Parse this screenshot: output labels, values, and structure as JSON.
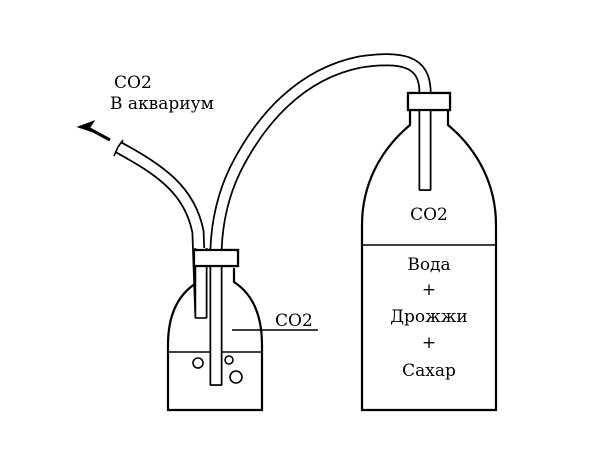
{
  "labels": {
    "outlet_gas": "CO2",
    "outlet_destination": "В аквариум",
    "small_bottle_gas": "CO2",
    "large_bottle_gas": "CO2",
    "contents_water": "Вода",
    "plus_1": "+",
    "contents_yeast": "Дрожжи",
    "plus_2": "+",
    "contents_sugar": "Сахар"
  },
  "colors": {
    "stroke": "#000000",
    "background": "#ffffff"
  }
}
